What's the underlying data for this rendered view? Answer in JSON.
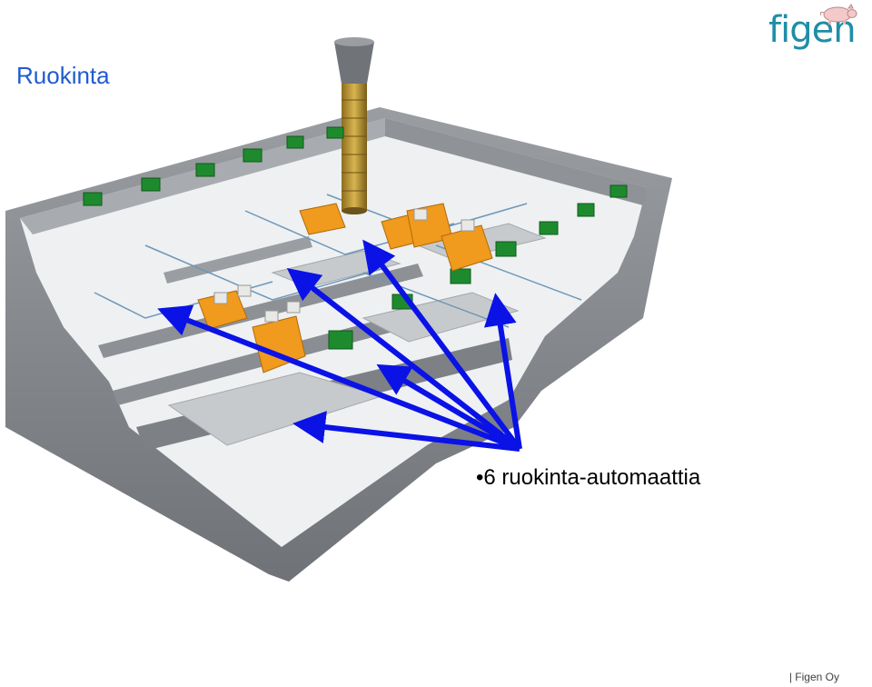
{
  "slide": {
    "title": "Ruokinta",
    "bullet_marker": "•",
    "bullet_text": "6 ruokinta-automaattia",
    "footer": "| Figen Oy"
  },
  "logo": {
    "text": "figen",
    "icon": "pig-icon"
  },
  "colors": {
    "title": "#1f5bd0",
    "logo": "#1e8ea7",
    "arrow": "#0a12e6",
    "wall": "#8a8d91",
    "floor": "#f3f4f6",
    "feeder": "#f09a1e",
    "fan": "#1e8a2e",
    "silo": "#b8932e"
  },
  "illustration": {
    "feeder_count": 6
  }
}
